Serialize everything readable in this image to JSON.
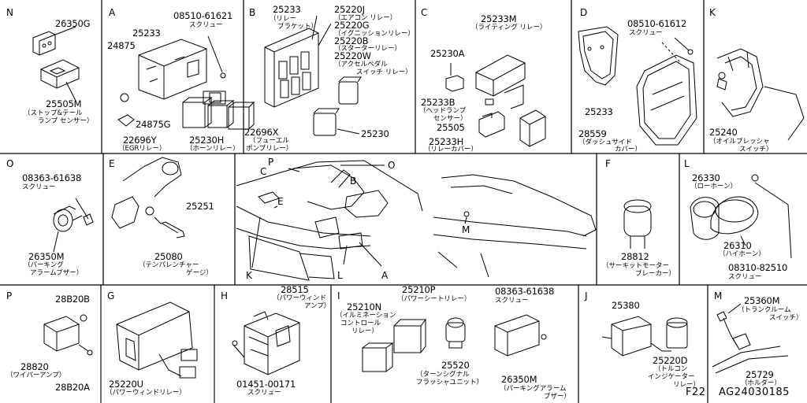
{
  "diagram_id": "AG24030185",
  "page_code": "F22",
  "sections": {
    "N1": {
      "letter": "N",
      "parts": [
        "26350G",
        "25505M"
      ],
      "captions": [
        "（ストップ&テール",
        "ランプ センサー）"
      ]
    },
    "A": {
      "letter": "A",
      "parts": [
        "25233",
        "24875",
        "08510-61621",
        "24875G",
        "22696Y",
        "25230H",
        "22696X"
      ],
      "captions": [
        "スクリュー",
        "（EGRリレー）",
        "（ホーンリレー）",
        "（フューエル",
        "ポンプリレー）"
      ]
    },
    "B": {
      "letter": "B",
      "parts": [
        "25233",
        "25220J",
        "25220G",
        "25220B",
        "25220W",
        "25230"
      ],
      "captions": [
        "（リレー",
        "ブラケット）",
        "（エアコン リレー）",
        "（イグニッションリレー）",
        "（スターターリレー）",
        "（アクセルペダル",
        "スイッチ リレー）"
      ]
    },
    "C": {
      "letter": "C",
      "parts": [
        "25233M",
        "25230A",
        "25233B",
        "25505",
        "25233H"
      ],
      "captions": [
        "（ライティング リレー）",
        "（ヘッドランプ",
        "センサー）",
        "（リレーカバー）"
      ]
    },
    "D": {
      "letter": "D",
      "parts": [
        "08510-61612",
        "25233",
        "28559"
      ],
      "captions": [
        "スクリュー",
        "（ダッシュサイド",
        "カバー）"
      ]
    },
    "K": {
      "letter": "K",
      "parts": [
        "25240"
      ],
      "captions": [
        "（オイルプレッシャ",
        "スイッチ）"
      ]
    },
    "O": {
      "letter": "O",
      "parts": [
        "08363-61638",
        "26350M"
      ],
      "captions": [
        "スクリュー",
        "（パーキング",
        "アラームブザー）"
      ]
    },
    "E": {
      "letter": "E",
      "parts": [
        "25251",
        "25080"
      ],
      "captions": [
        "（テンパレンチャー",
        "ゲージ）"
      ]
    },
    "car": {
      "labels": [
        "P",
        "C",
        "B",
        "O",
        "E",
        "M",
        "K",
        "L",
        "A"
      ]
    },
    "F": {
      "letter": "F",
      "parts": [
        "28812"
      ],
      "captions": [
        "（サーキットモーター",
        "ブレーカー）"
      ]
    },
    "L": {
      "letter": "L",
      "parts": [
        "26330",
        "26310",
        "08310-82510"
      ],
      "captions": [
        "（ローホーン）",
        "（ハイホーン）",
        "スクリュー"
      ]
    },
    "P": {
      "letter": "P",
      "parts": [
        "28B20B",
        "28820",
        "28B20A"
      ],
      "captions": [
        "（ワイパーアンプ）"
      ]
    },
    "G": {
      "letter": "G",
      "parts": [
        "25220U"
      ],
      "captions": [
        "（パワーウィンドリレー）"
      ]
    },
    "H": {
      "letter": "H",
      "parts": [
        "28515",
        "01451-00171"
      ],
      "captions": [
        "（パワーウィンド",
        "アンプ）",
        "スクリュー"
      ]
    },
    "I": {
      "letter": "I",
      "parts": [
        "25210P",
        "25210N",
        "08363-61638",
        "25520",
        "26350M"
      ],
      "captions": [
        "（パワーシートリレー）",
        "（イルミネーション",
        "コントロール",
        "リレー）",
        "スクリュー",
        "（ターンシグナル",
        "フラッシャユニット）",
        "（パーキングアラーム",
        "ブザー）"
      ]
    },
    "J": {
      "letter": "J",
      "parts": [
        "25380",
        "25220D"
      ],
      "captions": [
        "（トルコン",
        "インジケーター",
        "リレー）"
      ]
    },
    "M": {
      "letter": "M",
      "parts": [
        "25360M",
        "25729"
      ],
      "captions": [
        "（トランクルーム",
        "スイッチ）",
        "（ホルダー）"
      ]
    }
  }
}
